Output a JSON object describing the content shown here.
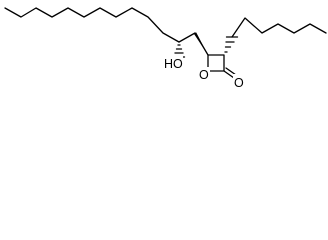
{
  "molecule": {
    "atom_labels": {
      "hydroxyl": "HO",
      "ring_oxygen": "O",
      "carbonyl_oxygen": "O"
    },
    "colors": {
      "bond": "#000000",
      "background": "#ffffff"
    }
  }
}
